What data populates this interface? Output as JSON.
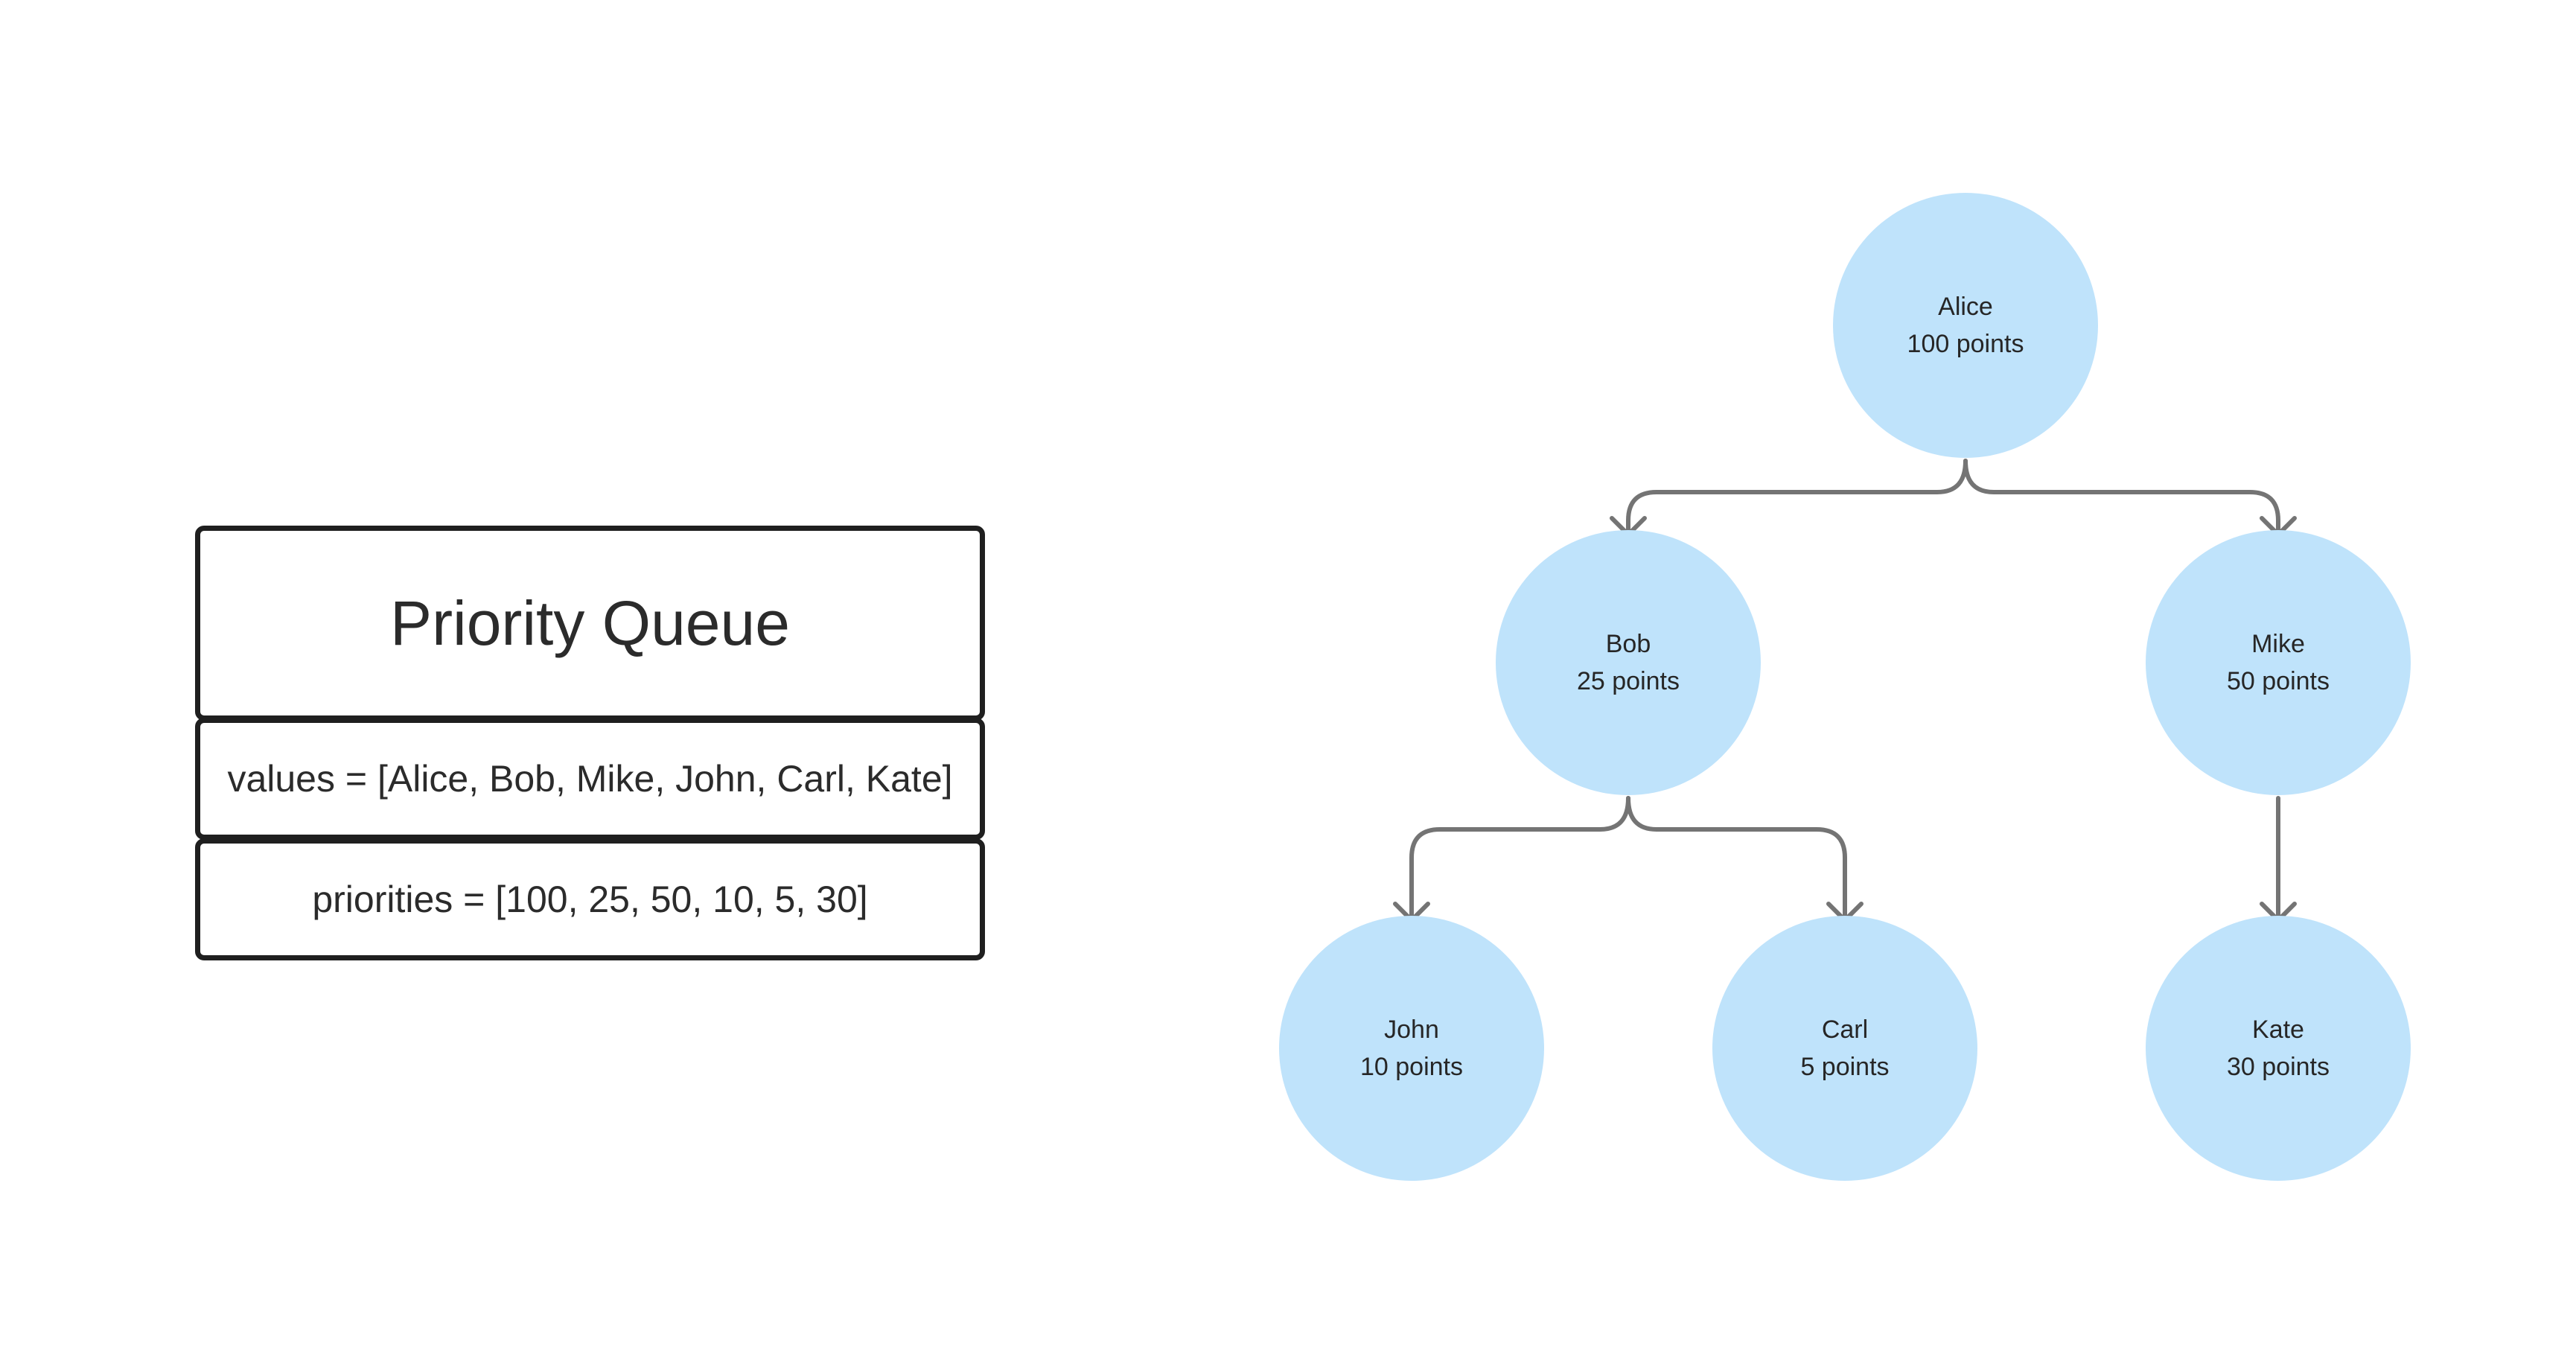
{
  "queue": {
    "title": "Priority Queue",
    "values_line": "values = [Alice, Bob, Mike, John, Carl, Kate]",
    "priorities_line": "priorities = [100, 25, 50, 10, 5, 30]"
  },
  "tree": {
    "nodes": [
      {
        "id": "alice",
        "name": "Alice",
        "points": "100 points"
      },
      {
        "id": "bob",
        "name": "Bob",
        "points": "25 points"
      },
      {
        "id": "mike",
        "name": "Mike",
        "points": "50 points"
      },
      {
        "id": "john",
        "name": "John",
        "points": "10 points"
      },
      {
        "id": "carl",
        "name": "Carl",
        "points": "5 points"
      },
      {
        "id": "kate",
        "name": "Kate",
        "points": "30 points"
      }
    ],
    "edges": [
      {
        "from": "alice",
        "to": "bob"
      },
      {
        "from": "alice",
        "to": "mike"
      },
      {
        "from": "bob",
        "to": "john"
      },
      {
        "from": "bob",
        "to": "carl"
      },
      {
        "from": "mike",
        "to": "kate"
      }
    ]
  },
  "colors": {
    "node_fill": "#bfe3fb",
    "edge_stroke": "#747474",
    "box_border": "#1f1f1f",
    "text": "#2b2b2b"
  }
}
